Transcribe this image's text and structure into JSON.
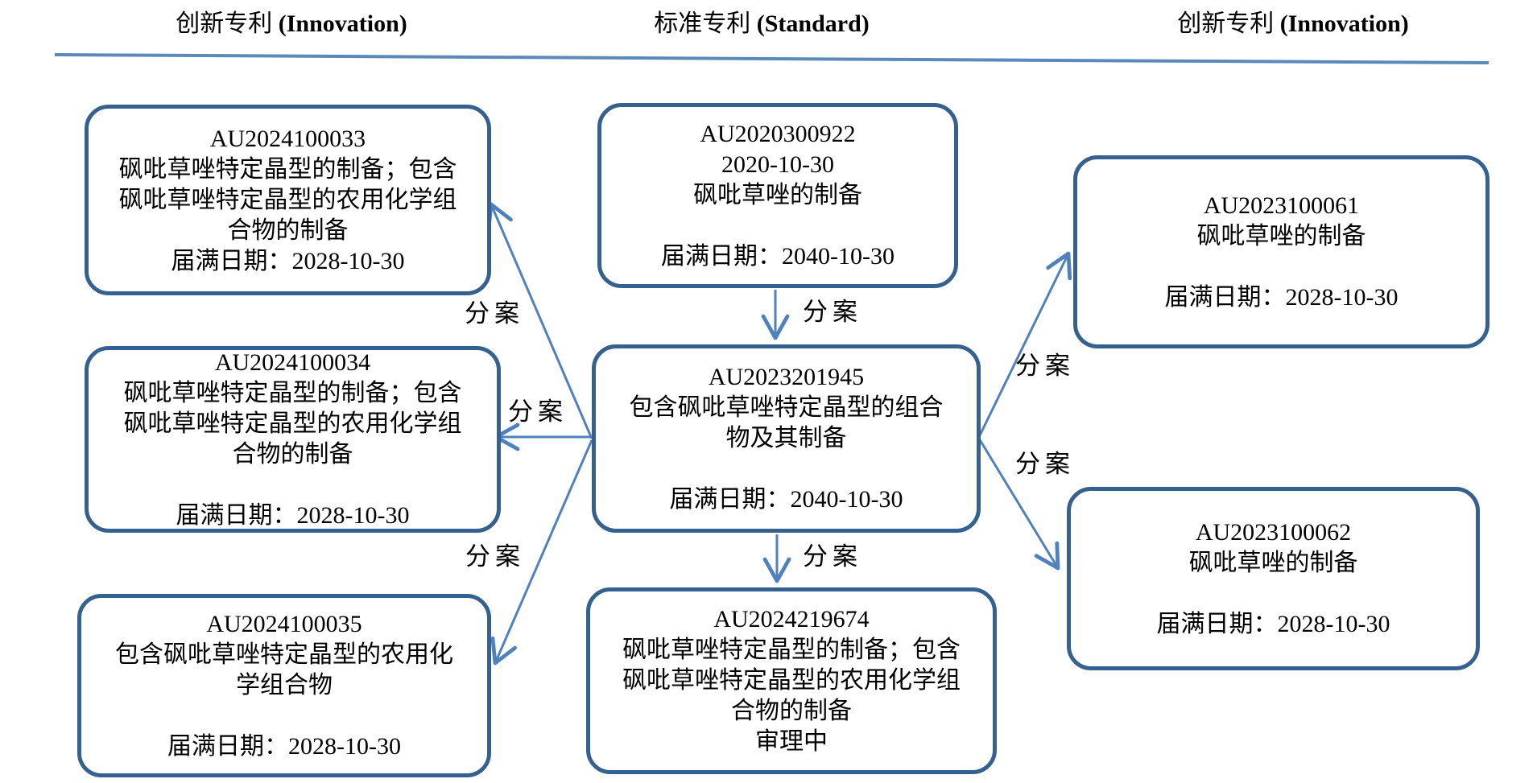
{
  "headers": {
    "left": {
      "cjk": "创新专利",
      "en": "(Innovation)"
    },
    "center": {
      "cjk": "标准专利",
      "en": "(Standard)"
    },
    "right": {
      "cjk": "创新专利",
      "en": "(Innovation)"
    }
  },
  "colors": {
    "box_border": "#36618f",
    "arrow": "#4f81bd",
    "header_line": "#5b89ba",
    "text": "#000000"
  },
  "boxes": {
    "tl": {
      "lines": [
        "AU2024100033",
        "砜吡草唑特定晶型的制备；包含",
        "砜吡草唑特定晶型的农用化学组",
        "合物的制备",
        "届满日期：2028-10-30"
      ]
    },
    "ml": {
      "lines": [
        "AU2024100034",
        "砜吡草唑特定晶型的制备；包含",
        "砜吡草唑特定晶型的农用化学组",
        "合物的制备",
        "届满日期：2028-10-30"
      ]
    },
    "bl": {
      "lines": [
        "AU2024100035",
        "包含砜吡草唑特定晶型的农用化",
        "学组合物",
        "届满日期：2028-10-30"
      ]
    },
    "tc": {
      "lines": [
        "AU2020300922",
        "2020-10-30",
        "砜吡草唑的制备",
        "届满日期：2040-10-30"
      ]
    },
    "cc": {
      "lines": [
        "AU2023201945",
        "包含砜吡草唑特定晶型的组合",
        "物及其制备",
        "届满日期：2040-10-30"
      ]
    },
    "bc": {
      "lines": [
        "AU2024219674",
        "砜吡草唑特定晶型的制备；包含",
        "砜吡草唑特定晶型的农用化学组",
        "合物的制备",
        "审理中"
      ]
    },
    "tr": {
      "lines": [
        "AU2023100061",
        "砜吡草唑的制备",
        "届满日期：2028-10-30"
      ]
    },
    "br": {
      "lines": [
        "AU2023100062",
        "砜吡草唑的制备",
        "届满日期：2028-10-30"
      ]
    }
  },
  "edges": [
    {
      "from": "AU2020300922",
      "to": "AU2023201945",
      "label": "分案"
    },
    {
      "from": "AU2023201945",
      "to": "AU2024100033",
      "label": "分案"
    },
    {
      "from": "AU2023201945",
      "to": "AU2024100034",
      "label": "分案"
    },
    {
      "from": "AU2023201945",
      "to": "AU2024100035",
      "label": "分案"
    },
    {
      "from": "AU2023201945",
      "to": "AU2023100061",
      "label": "分案"
    },
    {
      "from": "AU2023201945",
      "to": "AU2023100062",
      "label": "分案"
    },
    {
      "from": "AU2023201945",
      "to": "AU2024219674",
      "label": "分案"
    }
  ]
}
